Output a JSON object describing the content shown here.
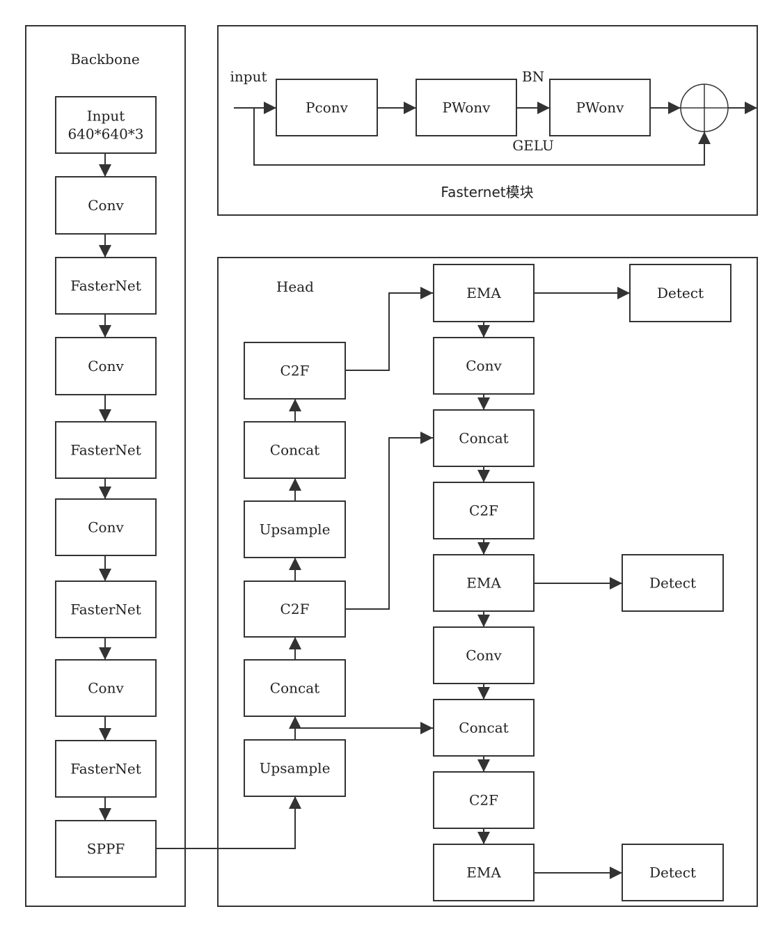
{
  "colors": {
    "stroke": "#333333",
    "text": "#222222",
    "background": "#ffffff"
  },
  "backbone": {
    "title": "Backbone",
    "nodes": [
      {
        "id": "bb-input",
        "lines": [
          "Input",
          "640*640*3"
        ]
      },
      {
        "id": "bb-conv-1",
        "lines": [
          "Conv"
        ]
      },
      {
        "id": "bb-fasternet-1",
        "lines": [
          "FasterNet"
        ]
      },
      {
        "id": "bb-conv-2",
        "lines": [
          "Conv"
        ]
      },
      {
        "id": "bb-fasternet-2",
        "lines": [
          "FasterNet"
        ]
      },
      {
        "id": "bb-conv-3",
        "lines": [
          "Conv"
        ]
      },
      {
        "id": "bb-fasternet-3",
        "lines": [
          "FasterNet"
        ]
      },
      {
        "id": "bb-conv-4",
        "lines": [
          "Conv"
        ]
      },
      {
        "id": "bb-fasternet-4",
        "lines": [
          "FasterNet"
        ]
      },
      {
        "id": "bb-sppf",
        "lines": [
          "SPPF"
        ]
      }
    ]
  },
  "fasternet_module": {
    "title": "Fasternet模块",
    "input_label": "input",
    "bn_label": "BN",
    "gelu_label": "GELU",
    "nodes": [
      {
        "id": "fm-pconv",
        "lines": [
          "Pconv"
        ]
      },
      {
        "id": "fm-pwonv-1",
        "lines": [
          "PWonv"
        ]
      },
      {
        "id": "fm-pwonv-2",
        "lines": [
          "PWonv"
        ]
      }
    ],
    "add_node": "plus-circle-icon"
  },
  "head": {
    "title": "Head",
    "nodes": [
      {
        "id": "h-upsample-1",
        "lines": [
          "Upsample"
        ]
      },
      {
        "id": "h-concat-1",
        "lines": [
          "Concat"
        ]
      },
      {
        "id": "h-c2f-1",
        "lines": [
          "C2F"
        ]
      },
      {
        "id": "h-upsample-2",
        "lines": [
          "Upsample"
        ]
      },
      {
        "id": "h-concat-2",
        "lines": [
          "Concat"
        ]
      },
      {
        "id": "h-c2f-2",
        "lines": [
          "C2F"
        ]
      },
      {
        "id": "h-ema-1",
        "lines": [
          "EMA"
        ]
      },
      {
        "id": "h-conv-1",
        "lines": [
          "Conv"
        ]
      },
      {
        "id": "h-concat-3",
        "lines": [
          "Concat"
        ]
      },
      {
        "id": "h-c2f-3",
        "lines": [
          "C2F"
        ]
      },
      {
        "id": "h-ema-2",
        "lines": [
          "EMA"
        ]
      },
      {
        "id": "h-conv-2",
        "lines": [
          "Conv"
        ]
      },
      {
        "id": "h-concat-4",
        "lines": [
          "Concat"
        ]
      },
      {
        "id": "h-c2f-4",
        "lines": [
          "C2F"
        ]
      },
      {
        "id": "h-ema-3",
        "lines": [
          "EMA"
        ]
      },
      {
        "id": "h-detect-1",
        "lines": [
          "Detect"
        ]
      },
      {
        "id": "h-detect-2",
        "lines": [
          "Detect"
        ]
      },
      {
        "id": "h-detect-3",
        "lines": [
          "Detect"
        ]
      }
    ]
  }
}
